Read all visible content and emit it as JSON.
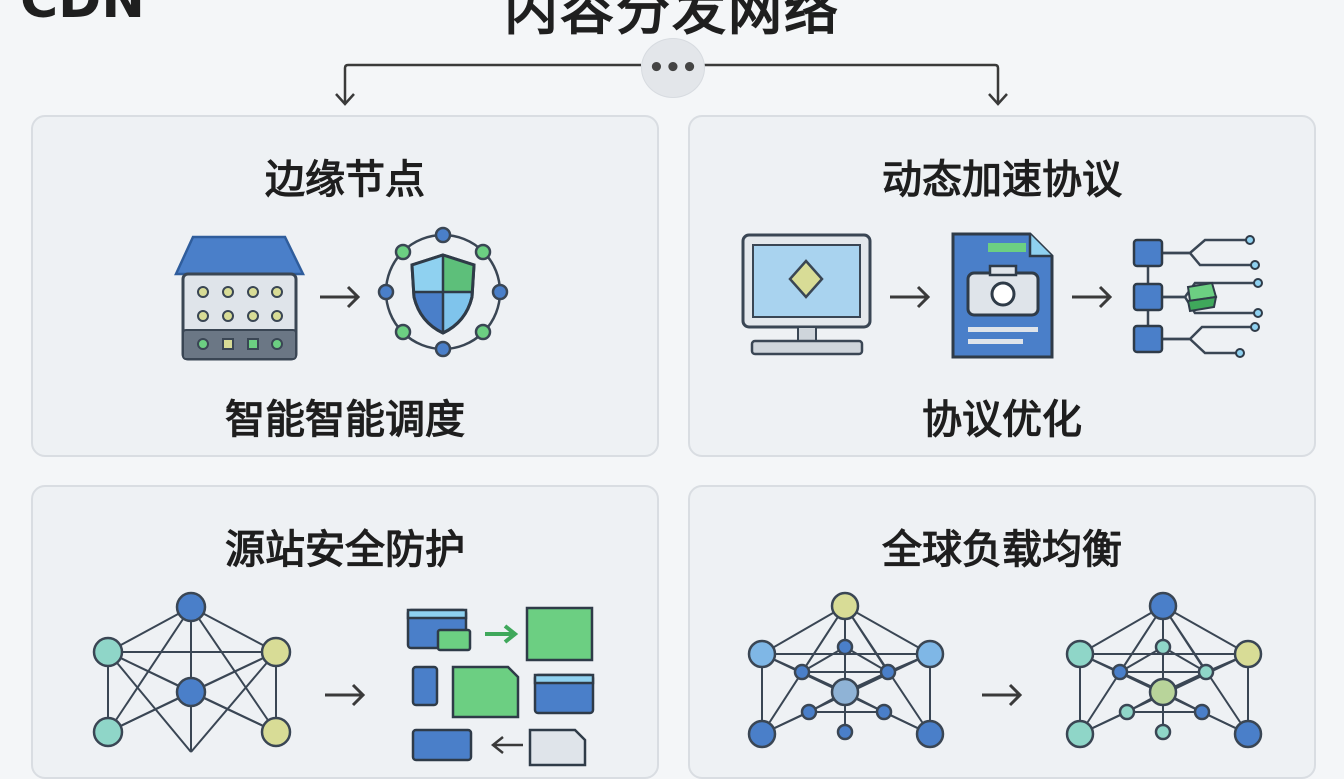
{
  "header": {
    "prefix": "CDN",
    "title": "内容分发网络"
  },
  "menu": {
    "label": "•••"
  },
  "cards": [
    {
      "title": "边缘节点",
      "subtitle": "智能智能调度"
    },
    {
      "title": "动态加速协议",
      "subtitle": "协议优化"
    },
    {
      "title": "源站安全防护",
      "subtitle": ""
    },
    {
      "title": "全球负载均衡",
      "subtitle": ""
    }
  ],
  "icons": {
    "card1": [
      "server-building-icon",
      "arrow-right-icon",
      "shield-network-icon"
    ],
    "card2": [
      "monitor-icon",
      "arrow-right-icon",
      "document-camera-icon",
      "arrow-right-icon",
      "circuit-network-icon"
    ],
    "card3": [
      "mesh-network-icon",
      "arrow-right-icon",
      "file-windows-icon"
    ],
    "card4": [
      "mesh-network-icon",
      "arrow-right-icon",
      "mesh-network-icon"
    ]
  },
  "colors": {
    "blue": "#4a7fc9",
    "light_blue": "#a9d3ef",
    "green": "#6ccf82",
    "teal": "#8fd6c8",
    "yellow": "#d8dc96",
    "dark": "#3a4654"
  }
}
